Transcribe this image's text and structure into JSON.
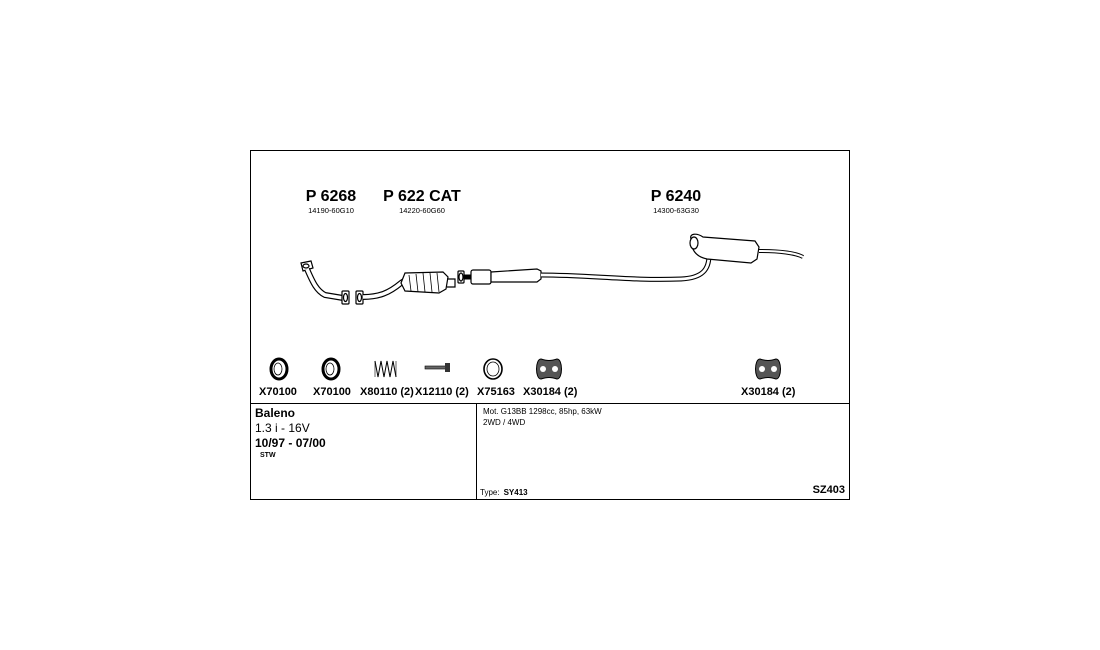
{
  "parts": [
    {
      "id": "front-pipe",
      "number": "P 6268",
      "oem": "14190-60G10"
    },
    {
      "id": "catalyst",
      "number": "P 622 CAT",
      "oem": "14220-60G60"
    },
    {
      "id": "rear-silencer",
      "number": "P 6240",
      "oem": "14300-63G30"
    }
  ],
  "accessories": [
    {
      "label": "X70100",
      "icon": "ring-gasket-icon"
    },
    {
      "label": "X70100",
      "icon": "ring-gasket-icon"
    },
    {
      "label": "X80110 (2)",
      "icon": "spring-icon"
    },
    {
      "label": "X12110 (2)",
      "icon": "bolt-icon"
    },
    {
      "label": "X75163",
      "icon": "ring-gasket-icon"
    },
    {
      "label": "X30184 (2)",
      "icon": "rubber-hanger-icon"
    },
    {
      "label": "X30184 (2)",
      "icon": "rubber-hanger-icon"
    }
  ],
  "vehicle": {
    "model": "Baleno",
    "engine": "1.3 i - 16V",
    "years": "10/97 - 07/00",
    "body": "STW"
  },
  "specs": {
    "motor": "Mot. G13BB 1298cc, 85hp, 63kW",
    "drive": "2WD / 4WD",
    "type_label": "Type:",
    "type_value": "SY413"
  },
  "diagram_code": "SZ403"
}
